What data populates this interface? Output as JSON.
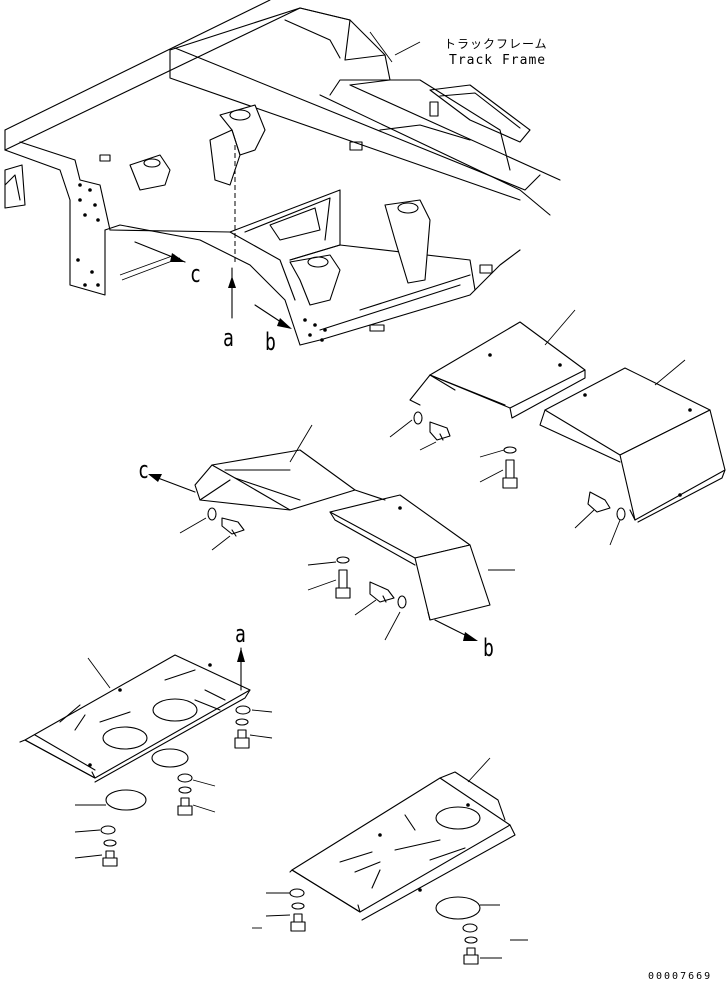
{
  "labels": {
    "track_frame_jp": "トラックフレーム",
    "track_frame_en": "Track Frame",
    "view_a": "a",
    "view_b": "b",
    "view_c": "c",
    "cover_a_ref": "a",
    "cover_b_ref": "b",
    "cover_c_ref": "c",
    "drawing_number": "00007669"
  }
}
